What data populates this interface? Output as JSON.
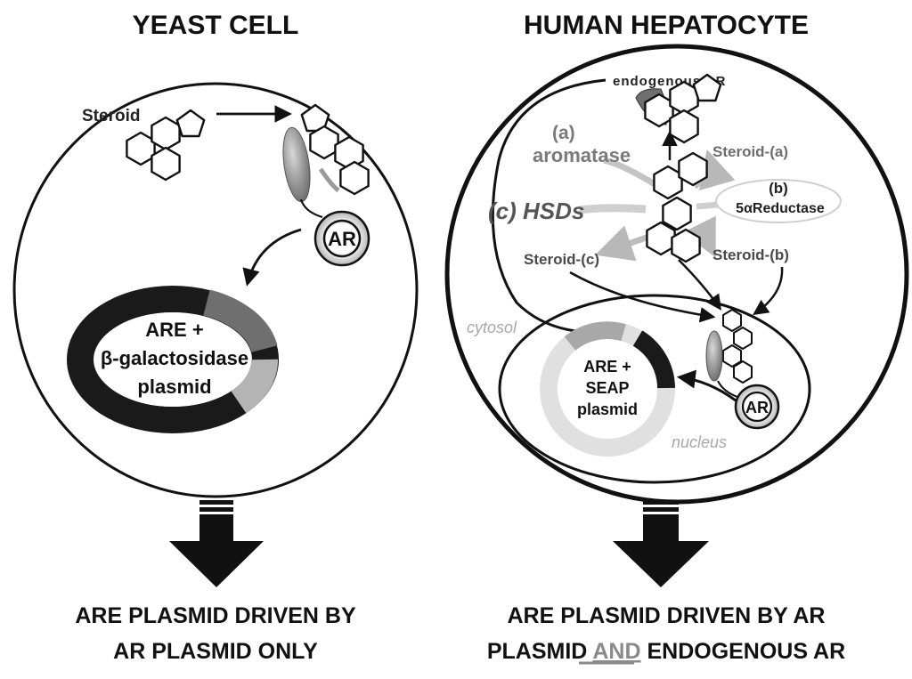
{
  "yeast": {
    "title": "YEAST CELL",
    "steroid_label": "Steroid",
    "ar_label": "AR",
    "plasmid_line1": "ARE +",
    "plasmid_line2": "β-galactosidase",
    "plasmid_line3": "plasmid",
    "caption_line1": "ARE PLASMID DRIVEN BY",
    "caption_line2": "AR PLASMID ONLY"
  },
  "hepatocyte": {
    "title": "HUMAN HEPATOCYTE",
    "endogenous_label": "endogenous AR",
    "a_label": "(a)",
    "aromatase_label": "aromatase",
    "steroid_a_label": "Steroid-(a)",
    "b_label": "(b)",
    "reductase_label": "5αReductase",
    "c_label": "(c) HSDs",
    "steroid_c_label": "Steroid-(c)",
    "steroid_b_label": "Steroid-(b)",
    "cytosol_label": "cytosol",
    "nucleus_label": "nucleus",
    "plasmid_line1": "ARE +",
    "plasmid_line2": "SEAP",
    "plasmid_line3": "plasmid",
    "ar_label": "AR",
    "caption_line1": "ARE PLASMID DRIVEN BY AR",
    "caption_line2_pre": "PLASMID ",
    "caption_line2_and": "AND",
    "caption_line2_post": " ENDOGENOUS AR"
  },
  "colors": {
    "ink": "#111111",
    "mid_gray": "#7a7a7a",
    "light_gray": "#bdbdbd",
    "pale_gray": "#dedede"
  }
}
